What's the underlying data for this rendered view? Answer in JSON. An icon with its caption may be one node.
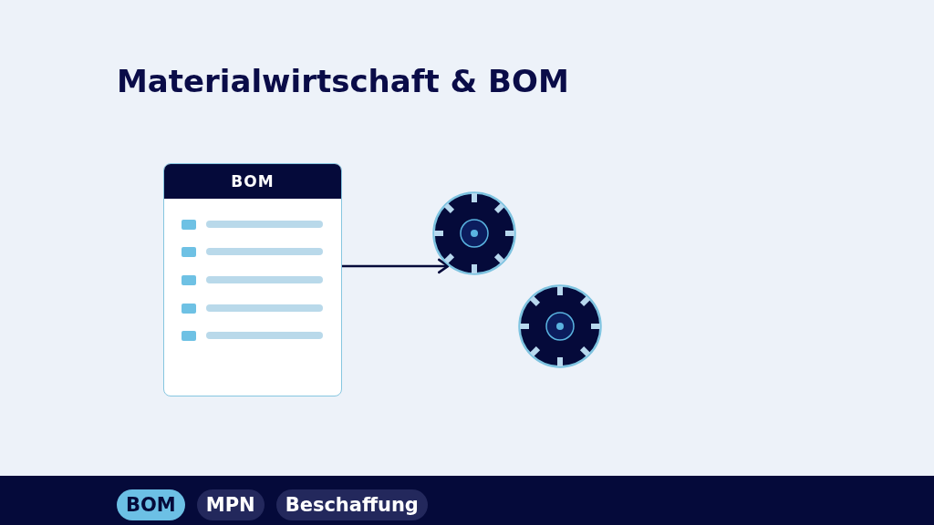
{
  "diagram": {
    "title": "Materialwirtschaft & BOM",
    "nodes": [
      {
        "text": [
          "BOM"
        ]
      },
      {
        "text": [],
        "shape": "gear"
      },
      {
        "text": [],
        "shape": "gear"
      }
    ],
    "edges": [
      {
        "from": 0,
        "to": 1,
        "arrow": "to"
      }
    ],
    "labels": [
      "BOM",
      "MPN",
      "Beschaffung"
    ]
  }
}
